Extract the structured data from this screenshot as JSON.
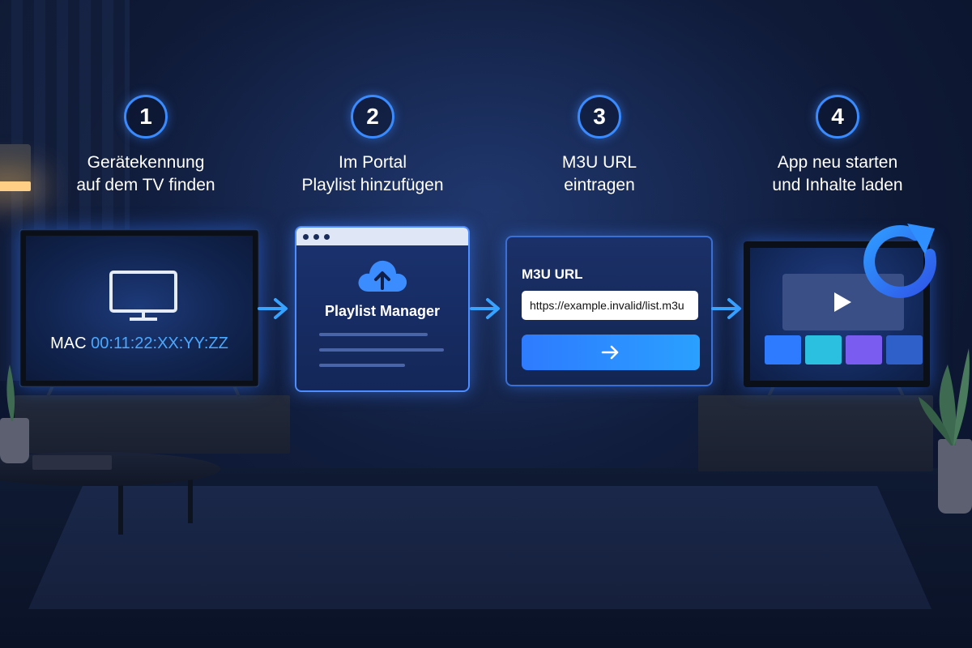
{
  "steps": [
    {
      "number": "1",
      "title_line1": "Gerätekennung",
      "title_line2": "auf dem TV finden"
    },
    {
      "number": "2",
      "title_line1": "Im Portal",
      "title_line2": "Playlist hinzufügen"
    },
    {
      "number": "3",
      "title_line1": "M3U URL",
      "title_line2": "eintragen"
    },
    {
      "number": "4",
      "title_line1": "App neu starten",
      "title_line2": "und Inhalte laden"
    }
  ],
  "tv1": {
    "mac_label": "MAC",
    "mac_value": "00:11:22:XX:YY:ZZ",
    "icon": "tv-monitor-icon"
  },
  "portal": {
    "title": "Playlist Manager",
    "icon": "cloud-upload-icon"
  },
  "m3u": {
    "label": "M3U URL",
    "url_value": "https://example.invalid/list.m3u",
    "submit_icon": "arrow-right-icon"
  },
  "tv4": {
    "icons": [
      "play-icon",
      "refresh-icon"
    ],
    "tile_colors": [
      "#2f7bff",
      "#2cc0e0",
      "#7a5cf0",
      "#2f5fc8"
    ]
  },
  "colors": {
    "accent": "#3a8bff",
    "arrow": "#39a4ff",
    "mac_value": "#4aa8ff"
  }
}
